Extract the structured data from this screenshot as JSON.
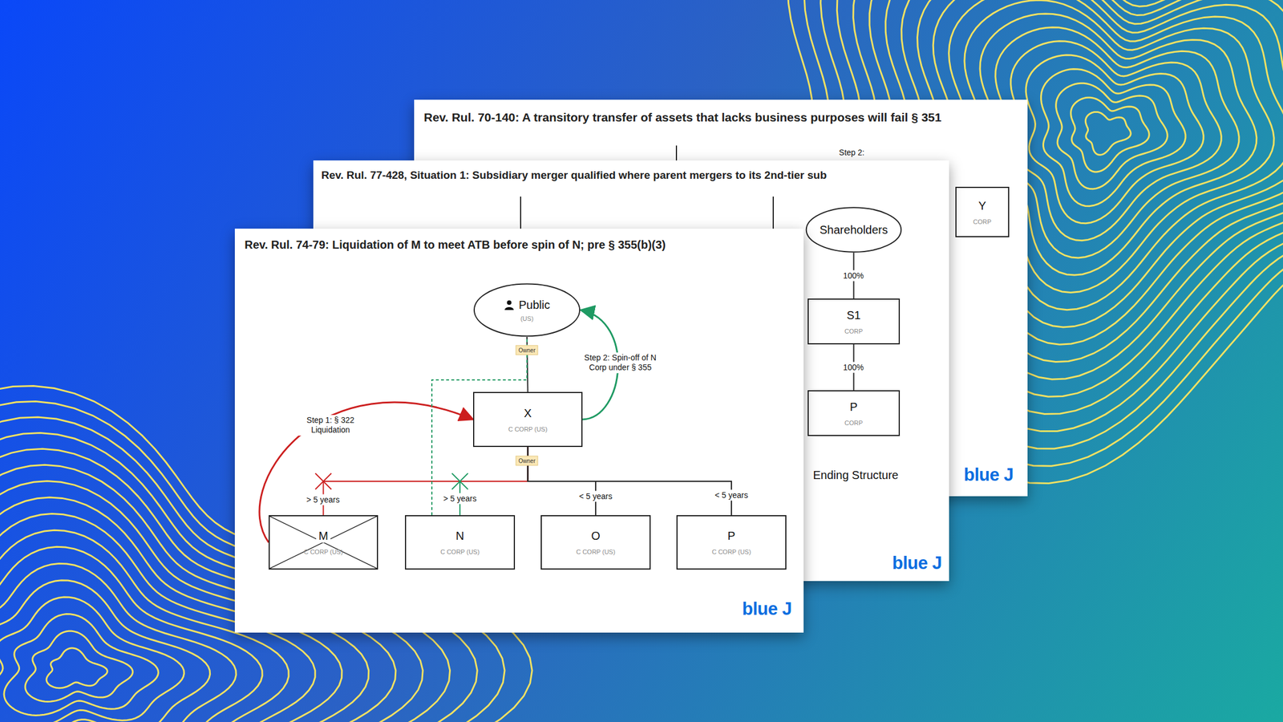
{
  "diagram": {
    "nodes": [
      {
        "text": [
          "Rev. Rul. 70-140: A transitory transfer of assets that lacks business purposes will fail § 351"
        ]
      },
      {
        "text": [
          "Y",
          "CORP"
        ],
        "in": 0
      },
      {
        "text": [
          "Rev. Rul. 77-428, Situation 1: Subsidiary merger qualified where parent mergers to its 2nd-tier sub"
        ]
      },
      {
        "text": [
          "Shareholders"
        ],
        "in": 2
      },
      {
        "text": [
          "S1",
          "CORP"
        ],
        "in": 2
      },
      {
        "text": [
          "P",
          "CORP"
        ],
        "in": 2
      },
      {
        "text": [
          "Rev. Rul. 74-79: Liquidation of M to meet ATB before spin of N; pre § 355(b)(3)"
        ]
      },
      {
        "text": [
          "Public",
          "(US)"
        ],
        "in": 6
      },
      {
        "text": [
          "X",
          "C CORP (US)"
        ],
        "in": 6
      },
      {
        "text": [
          "M",
          "C CORP (US)"
        ],
        "in": 6
      },
      {
        "text": [
          "N",
          "C CORP (US)"
        ],
        "in": 6
      },
      {
        "text": [
          "O",
          "C CORP (US)"
        ],
        "in": 6
      },
      {
        "text": [
          "P",
          "C CORP (US)"
        ],
        "in": 6
      }
    ],
    "edges": [
      {
        "from": 3,
        "to": 4,
        "label": "100%",
        "arrow": "none"
      },
      {
        "from": 4,
        "to": 5,
        "label": "100%",
        "arrow": "none"
      },
      {
        "from": 7,
        "to": 8,
        "label": "Owner",
        "arrow": "none"
      },
      {
        "from": 8,
        "to": 10,
        "label": "> 5 years",
        "arrow": "none"
      },
      {
        "from": 8,
        "to": 9,
        "label": "> 5 years",
        "arrow": "none"
      },
      {
        "from": 8,
        "to": 11,
        "label": "< 5 years",
        "arrow": "none"
      },
      {
        "from": 8,
        "to": 12,
        "label": "< 5 years",
        "arrow": "none"
      },
      {
        "from": 9,
        "to": 8,
        "label": "Step 1: § 322 Liquidation",
        "arrow": "to"
      },
      {
        "from": 8,
        "to": 7,
        "label": "Step 2: Spin-off of N Corp under § 355",
        "arrow": "to"
      },
      {
        "from": 10,
        "to": 7,
        "arrow": "none"
      }
    ],
    "labels": [
      "Step 2:",
      "Ending Structure",
      "blue J",
      "blue J",
      "blue J",
      "Owner"
    ]
  }
}
